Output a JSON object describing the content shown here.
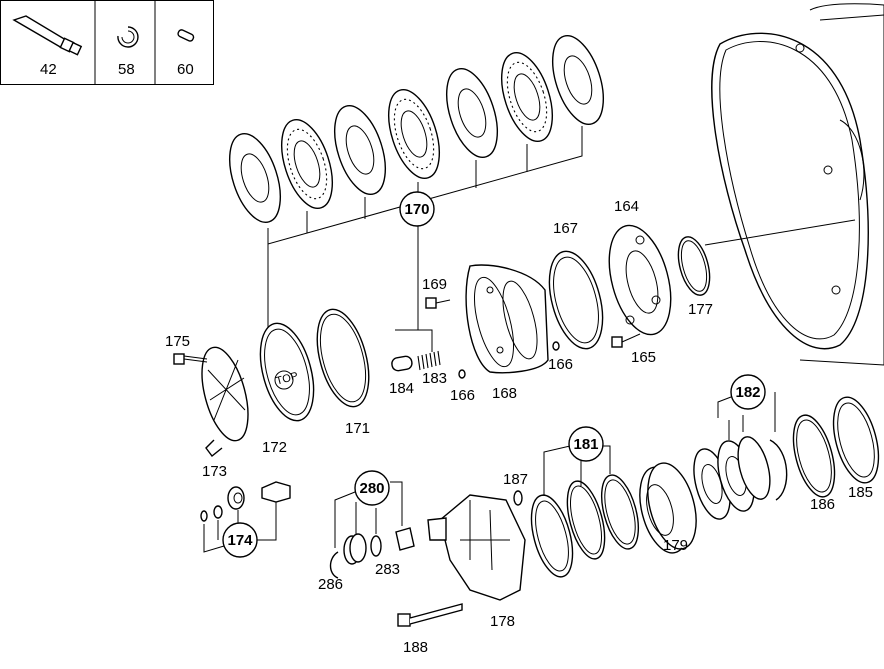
{
  "legend": {
    "items": [
      {
        "number": "42",
        "icon": "grease-tube-icon"
      },
      {
        "number": "58",
        "icon": "circlip-icon"
      },
      {
        "number": "60",
        "icon": "pin-icon"
      }
    ]
  },
  "callouts": {
    "c170": "170",
    "c181": "181",
    "c182": "182",
    "c174": "174",
    "c280": "280"
  },
  "labels": {
    "l164": "164",
    "l165": "165",
    "l166a": "166",
    "l166b": "166",
    "l167": "167",
    "l168": "168",
    "l169": "169",
    "l171": "171",
    "l172": "172",
    "l173": "173",
    "l175": "175",
    "l177": "177",
    "l178": "178",
    "l179": "179",
    "l183": "183",
    "l184": "184",
    "l185": "185",
    "l186": "186",
    "l187": "187",
    "l188": "188",
    "l283": "283",
    "l286": "286"
  },
  "part_text": {
    "top_mark": "TOP"
  }
}
